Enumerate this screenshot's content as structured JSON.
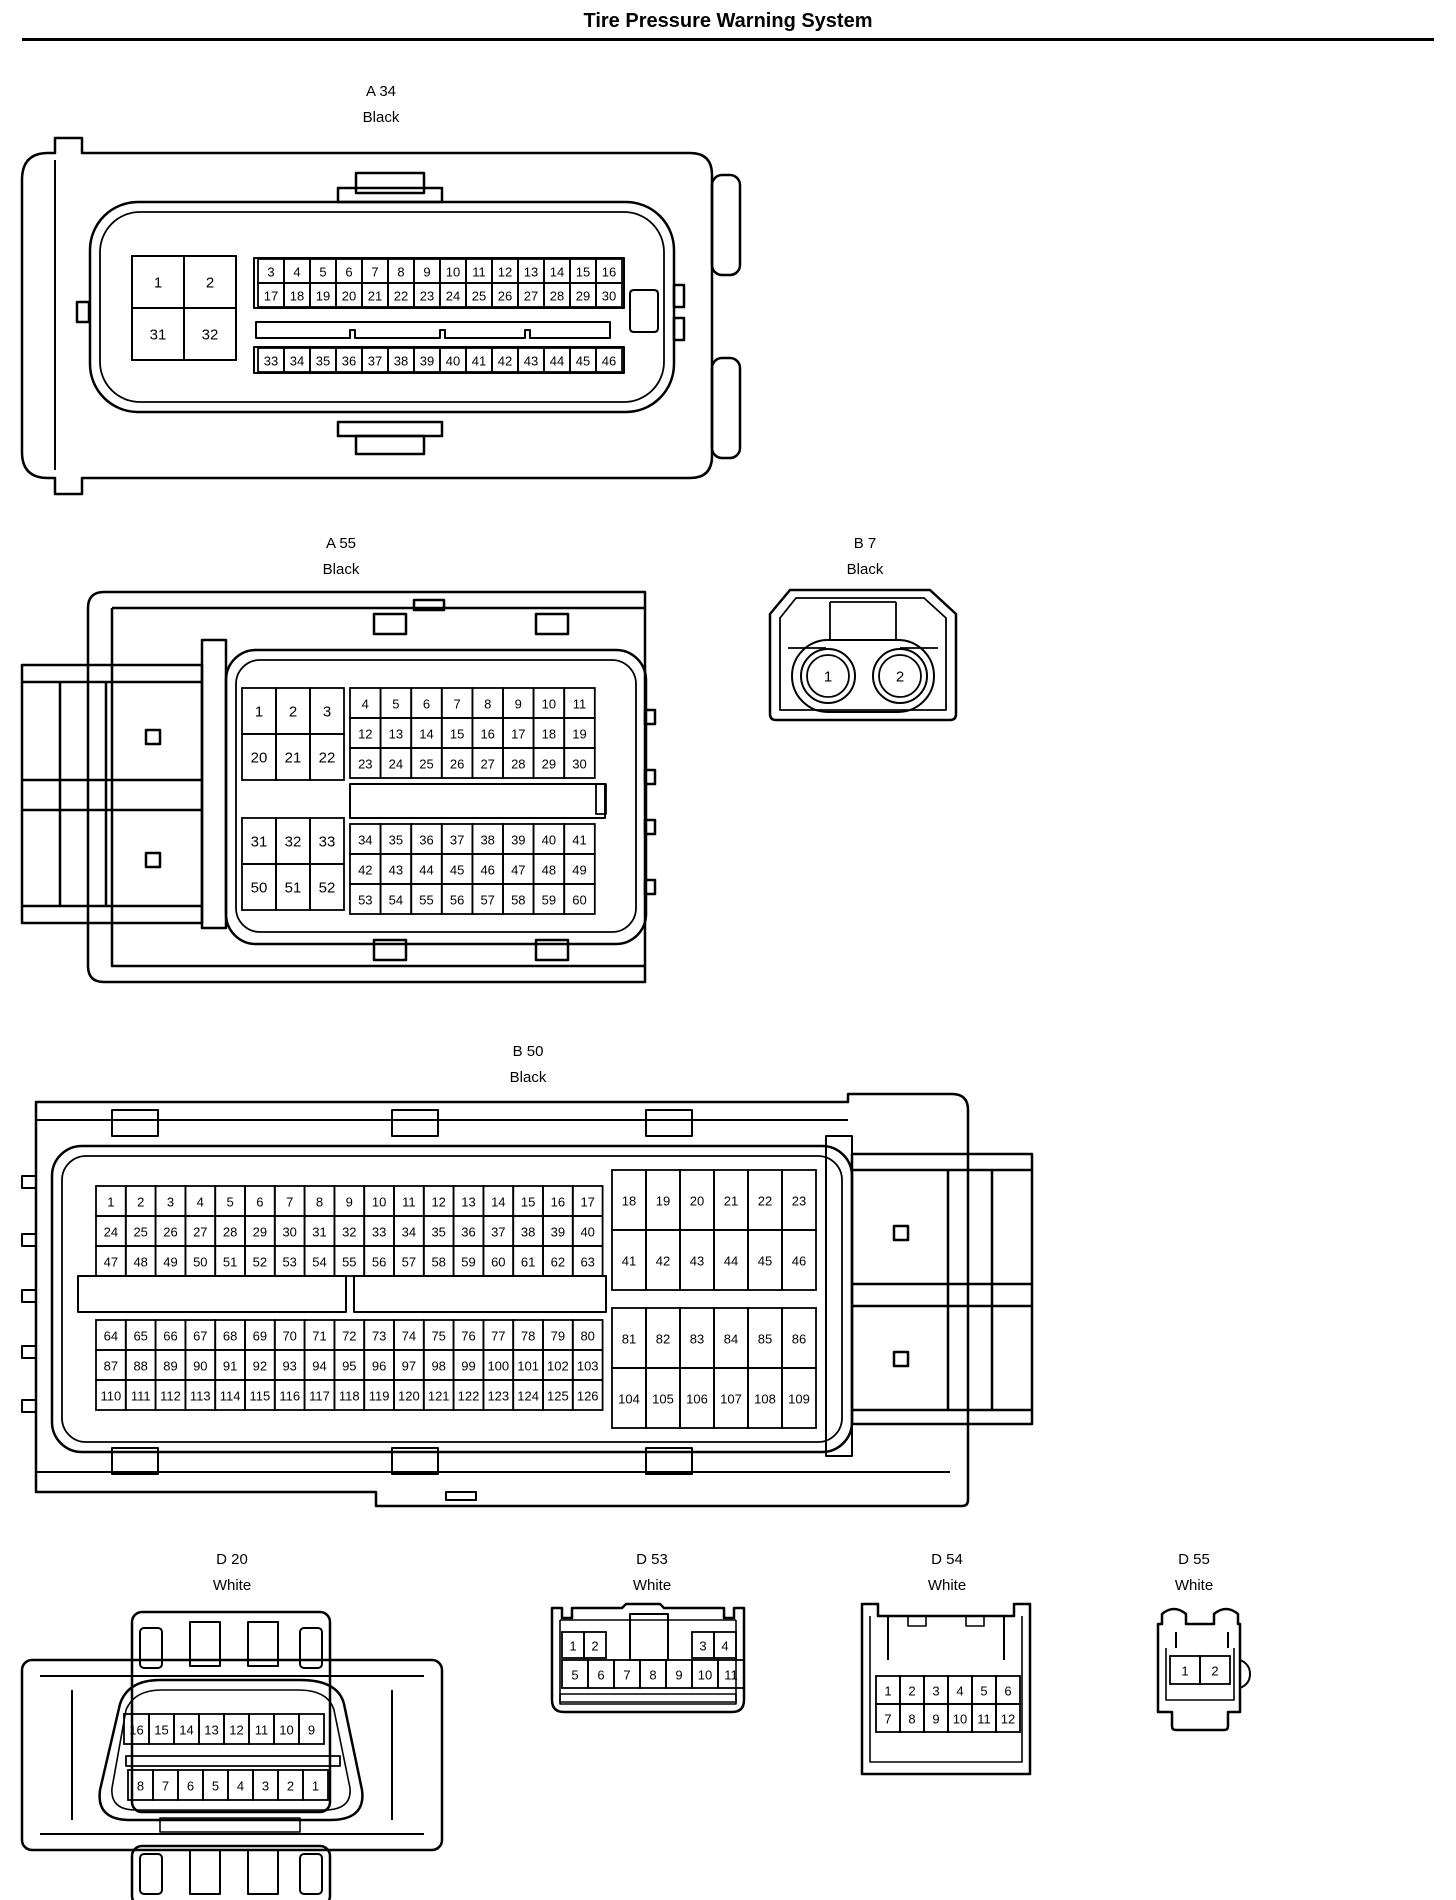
{
  "title": "Tire Pressure Warning System",
  "connectors": [
    {
      "id": "A 34",
      "color": "Black"
    },
    {
      "id": "A 55",
      "color": "Black"
    },
    {
      "id": "B 7",
      "color": "Black"
    },
    {
      "id": "B 50",
      "color": "Black"
    },
    {
      "id": "D 20",
      "color": "White"
    },
    {
      "id": "D 53",
      "color": "White"
    },
    {
      "id": "D 54",
      "color": "White"
    },
    {
      "id": "D 55",
      "color": "White"
    }
  ],
  "pins": {
    "a34": {
      "big": [
        "1",
        "2",
        "31",
        "32"
      ],
      "row1": [
        "3",
        "4",
        "5",
        "6",
        "7",
        "8",
        "9",
        "10",
        "11",
        "12",
        "13",
        "14",
        "15",
        "16"
      ],
      "row2": [
        "17",
        "18",
        "19",
        "20",
        "21",
        "22",
        "23",
        "24",
        "25",
        "26",
        "27",
        "28",
        "29",
        "30"
      ],
      "row3": [
        "33",
        "34",
        "35",
        "36",
        "37",
        "38",
        "39",
        "40",
        "41",
        "42",
        "43",
        "44",
        "45",
        "46"
      ]
    },
    "a55": {
      "top_left": [
        "1",
        "2",
        "3",
        "20",
        "21",
        "22"
      ],
      "top_right": [
        "4",
        "5",
        "6",
        "7",
        "8",
        "9",
        "10",
        "11",
        "12",
        "13",
        "14",
        "15",
        "16",
        "17",
        "18",
        "19",
        "23",
        "24",
        "25",
        "26",
        "27",
        "28",
        "29",
        "30"
      ],
      "bot_left": [
        "31",
        "32",
        "33",
        "50",
        "51",
        "52"
      ],
      "bot_right": [
        "34",
        "35",
        "36",
        "37",
        "38",
        "39",
        "40",
        "41",
        "42",
        "43",
        "44",
        "45",
        "46",
        "47",
        "48",
        "49",
        "53",
        "54",
        "55",
        "56",
        "57",
        "58",
        "59",
        "60"
      ]
    },
    "b7": [
      "1",
      "2"
    ],
    "b50": {
      "top_left": [
        "1",
        "2",
        "3",
        "4",
        "5",
        "6",
        "7",
        "8",
        "9",
        "10",
        "11",
        "12",
        "13",
        "14",
        "15",
        "16",
        "17",
        "24",
        "25",
        "26",
        "27",
        "28",
        "29",
        "30",
        "31",
        "32",
        "33",
        "34",
        "35",
        "36",
        "37",
        "38",
        "39",
        "40",
        "47",
        "48",
        "49",
        "50",
        "51",
        "52",
        "53",
        "54",
        "55",
        "56",
        "57",
        "58",
        "59",
        "60",
        "61",
        "62",
        "63"
      ],
      "top_right": [
        "18",
        "19",
        "20",
        "21",
        "22",
        "23",
        "41",
        "42",
        "43",
        "44",
        "45",
        "46"
      ],
      "bot_left": [
        "64",
        "65",
        "66",
        "67",
        "68",
        "69",
        "70",
        "71",
        "72",
        "73",
        "74",
        "75",
        "76",
        "77",
        "78",
        "79",
        "80",
        "87",
        "88",
        "89",
        "90",
        "91",
        "92",
        "93",
        "94",
        "95",
        "96",
        "97",
        "98",
        "99",
        "100",
        "101",
        "102",
        "103",
        "110",
        "111",
        "112",
        "113",
        "114",
        "115",
        "116",
        "117",
        "118",
        "119",
        "120",
        "121",
        "122",
        "123",
        "124",
        "125",
        "126"
      ],
      "bot_right": [
        "81",
        "82",
        "83",
        "84",
        "85",
        "86",
        "104",
        "105",
        "106",
        "107",
        "108",
        "109"
      ]
    },
    "d20": {
      "row1": [
        "16",
        "15",
        "14",
        "13",
        "12",
        "11",
        "10",
        "9"
      ],
      "row2": [
        "8",
        "7",
        "6",
        "5",
        "4",
        "3",
        "2",
        "1"
      ]
    },
    "d53": {
      "row1": [
        "1",
        "2",
        "3",
        "4"
      ],
      "row2": [
        "5",
        "6",
        "7",
        "8",
        "9",
        "10",
        "11"
      ]
    },
    "d54": {
      "row1": [
        "1",
        "2",
        "3",
        "4",
        "5",
        "6"
      ],
      "row2": [
        "7",
        "8",
        "9",
        "10",
        "11",
        "12"
      ]
    },
    "d55": [
      "1",
      "2"
    ]
  }
}
